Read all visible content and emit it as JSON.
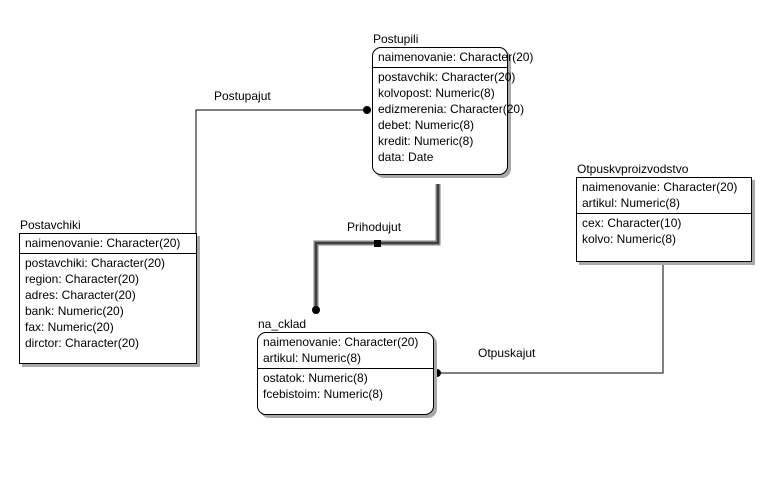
{
  "entities": {
    "postupili": {
      "title": "Postupili",
      "key": [
        "naimenovanie: Character(20)"
      ],
      "attrs": [
        "postavchik: Character(20)",
        "kolvopost: Numeric(8)",
        "edizmerenia: Character(20)",
        "debet: Numeric(8)",
        "kredit: Numeric(8)",
        "data: Date"
      ]
    },
    "postavchiki": {
      "title": "Postavchiki",
      "key": [
        "naimenovanie: Character(20)"
      ],
      "attrs": [
        "postavchiki: Character(20)",
        "region: Character(20)",
        "adres: Character(20)",
        "bank: Numeric(20)",
        "fax: Numeric(20)",
        "dirctor: Character(20)"
      ]
    },
    "na_cklad": {
      "title": "na_cklad",
      "key": [
        "naimenovanie: Character(20)",
        "artikul: Numeric(8)"
      ],
      "attrs": [
        "ostatok: Numeric(8)",
        "fcebistoim: Numeric(8)"
      ]
    },
    "otpuskvproizvodstvo": {
      "title": "Otpuskvproizvodstvo",
      "key": [
        "naimenovanie: Character(20)",
        "artikul: Numeric(8)"
      ],
      "attrs": [
        "cex: Character(10)",
        "kolvo: Numeric(8)"
      ]
    }
  },
  "relationships": {
    "postupajut": "Postupajut",
    "prihodujut": "Prihodujut",
    "otpuskajut": "Otpuskajut"
  },
  "colors": {
    "line": "#000000",
    "identifying_line": "#808080",
    "shadow": "#a8a8a8"
  }
}
